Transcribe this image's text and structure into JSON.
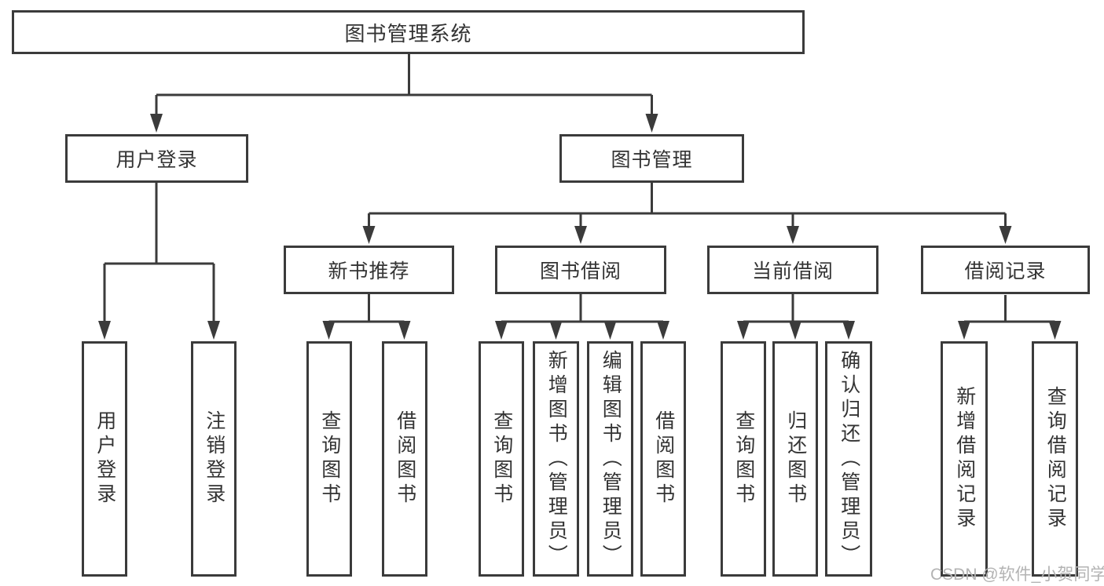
{
  "canvas": {
    "background": "#ffffff",
    "line_color": "#3b3b3b",
    "box_border_color": "#3b3b3b",
    "text_color": "#333333"
  },
  "diagram": {
    "type": "hierarchy-tree",
    "root": "图书管理系统",
    "branches": [
      {
        "label": "用户登录",
        "children": [
          {
            "label": "用户登录"
          },
          {
            "label": "注销登录"
          }
        ]
      },
      {
        "label": "图书管理",
        "children": [
          {
            "label": "新书推荐",
            "children": [
              {
                "label": "查询图书"
              },
              {
                "label": "借阅图书"
              }
            ]
          },
          {
            "label": "图书借阅",
            "children": [
              {
                "label": "查询图书"
              },
              {
                "label": "新增图书（管理员）"
              },
              {
                "label": "编辑图书（管理员）"
              },
              {
                "label": "借阅图书"
              }
            ]
          },
          {
            "label": "当前借阅",
            "children": [
              {
                "label": "查询图书"
              },
              {
                "label": "归还图书"
              },
              {
                "label": "确认归还（管理员）"
              }
            ]
          },
          {
            "label": "借阅记录",
            "children": [
              {
                "label": "新增借阅记录"
              },
              {
                "label": "查询借阅记录"
              }
            ]
          }
        ]
      }
    ]
  },
  "watermark": {
    "text": "CSDN @软件_小贺同学",
    "color": "#b3b3b3"
  }
}
